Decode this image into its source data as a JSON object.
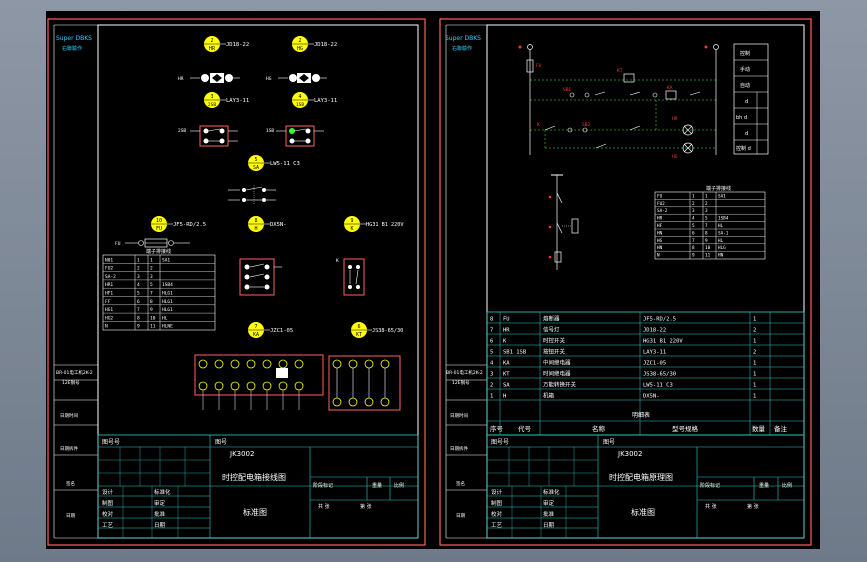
{
  "sheet_left": {
    "brand": "Super DBKS",
    "brand_sub": "右聯驗作",
    "devices_top": [
      {
        "num": "2",
        "code": "HR",
        "label": "JD18-22"
      },
      {
        "num": "2",
        "code": "HG",
        "label": "JD18-22"
      }
    ],
    "devices_mid": [
      {
        "num": "3",
        "code": "2SB",
        "label": "LAY3-11"
      },
      {
        "num": "4",
        "code": "1SB",
        "label": "LAY3-11"
      }
    ],
    "sa": {
      "num": "5",
      "code": "SA",
      "label": "LW5-11 C3"
    },
    "row3": [
      {
        "num": "10",
        "code": "FU",
        "label": "JF5-RD/2.5"
      },
      {
        "num": "8",
        "code": "H",
        "label": "DX5N-"
      },
      {
        "num": "9",
        "code": "K",
        "label": "HG31 B1 220V"
      }
    ],
    "row4": [
      {
        "num": "7",
        "code": "KA",
        "label": "JZC1-05"
      },
      {
        "num": "6",
        "code": "KT",
        "label": "JS38-65/30"
      }
    ],
    "small_labels": {
      "hr": "HR",
      "hg": "HG",
      "sb2": "2SB",
      "sb1": "1SB",
      "fu": "FU",
      "k": "K"
    },
    "wiring_table": {
      "title": "端子排接线",
      "rows": [
        [
          "N01",
          "1",
          "1",
          "SA1"
        ],
        [
          "FU2",
          "2",
          "2",
          ""
        ],
        [
          "SA-2",
          "3",
          "3",
          ""
        ],
        [
          "HR1",
          "4",
          "5",
          "1SB4"
        ],
        [
          "HF1",
          "5",
          "7",
          "HLG1"
        ],
        [
          "FF",
          "6",
          "8",
          "HLG1"
        ],
        [
          "HG1",
          "7",
          "9",
          "HLG1"
        ],
        [
          "HG2",
          "8",
          "10",
          "HL"
        ],
        [
          "N",
          "9",
          "11",
          "HLNE"
        ]
      ]
    },
    "side_labels": [
      "BR-01电工机2K-2",
      "12E钢号",
      "日期时间",
      "日期拆件",
      "签名",
      "日期"
    ],
    "title_block": {
      "label_ref": "图号号",
      "label_fig": "图号",
      "code": "JK3002",
      "title": "时控配电箱接线图",
      "stage": "阶段标记",
      "weight": "重量",
      "ratio": "比例",
      "std": "标准图",
      "total": "共 张",
      "sheet": "第 张",
      "roles": [
        "设计",
        "制图",
        "校对",
        "工艺"
      ],
      "roles2": [
        "标准化",
        "审定",
        "批准",
        "日期"
      ]
    }
  },
  "sheet_right": {
    "brand": "Super DBKS",
    "brand_sub": "右聯驗作",
    "legend": [
      "控制",
      "手动",
      "自动",
      "d",
      "bh d",
      "d",
      "控制 d"
    ],
    "schematic_labels": [
      "FU",
      "KT",
      "SB1",
      "SB2",
      "KA",
      "K",
      "HR",
      "HG"
    ],
    "wiring_table": {
      "title": "端子排接线",
      "rows": [
        [
          "FU",
          "1",
          "1",
          "SA1"
        ],
        [
          "FU2",
          "2",
          "2",
          ""
        ],
        [
          "SA-2",
          "3",
          "3",
          ""
        ],
        [
          "HR",
          "4",
          "5",
          "1SB4"
        ],
        [
          "HF",
          "5",
          "7",
          "HL"
        ],
        [
          "HN",
          "6",
          "8",
          "SA-1"
        ],
        [
          "HG",
          "7",
          "9",
          "HL"
        ],
        [
          "HN",
          "8",
          "10",
          "HLG"
        ],
        [
          "N",
          "9",
          "11",
          "HN"
        ]
      ]
    },
    "bom": {
      "rows": [
        [
          "8",
          "FU",
          "熔断器",
          "JF5-RD/2.5",
          "1",
          ""
        ],
        [
          "7",
          "HR",
          "信号灯",
          "JD18-22",
          "2",
          ""
        ],
        [
          "6",
          "K",
          "时控开关",
          "HG31 B1 220V",
          "1",
          ""
        ],
        [
          "5",
          "SB1 1SB",
          "按钮开关",
          "LAY3-11",
          "2",
          ""
        ],
        [
          "4",
          "KA",
          "中间继电器",
          "JZC1-05",
          "1",
          ""
        ],
        [
          "3",
          "KT",
          "时间继电器",
          "JS38-65/30",
          "1",
          ""
        ],
        [
          "2",
          "SA",
          "万能转换开关",
          "LW5-11 C3",
          "1",
          ""
        ],
        [
          "1",
          "H",
          "机箱",
          "DX5N-",
          "1",
          ""
        ]
      ],
      "caption": "明细表",
      "headers": [
        "序号",
        "代号",
        "名称",
        "型号规格",
        "数量",
        "备注"
      ]
    },
    "side_labels": [
      "BR-01电工机2K-2",
      "12E钢号",
      "日期时间",
      "日期拆件",
      "签名",
      "日期"
    ],
    "title_block": {
      "label_ref": "图号号",
      "label_fig": "图号",
      "code": "JK3002",
      "title": "时控配电箱原理图",
      "stage": "阶段标记",
      "weight": "重量",
      "ratio": "比例",
      "std": "标准图",
      "total": "共 张",
      "sheet": "第 张",
      "roles": [
        "设计",
        "制图",
        "校对",
        "工艺"
      ],
      "roles2": [
        "标准化",
        "审定",
        "批准",
        "日期"
      ]
    }
  },
  "colors": {
    "background": "#000000",
    "frame_red": "#ff6060",
    "border_white": "#ffffff",
    "grid_cyan": "#33cccc",
    "label_yellow": "#ffff00",
    "wire_green": "#33ff33",
    "device_magenta": "#ff33ff",
    "text_white": "#ffffff"
  }
}
